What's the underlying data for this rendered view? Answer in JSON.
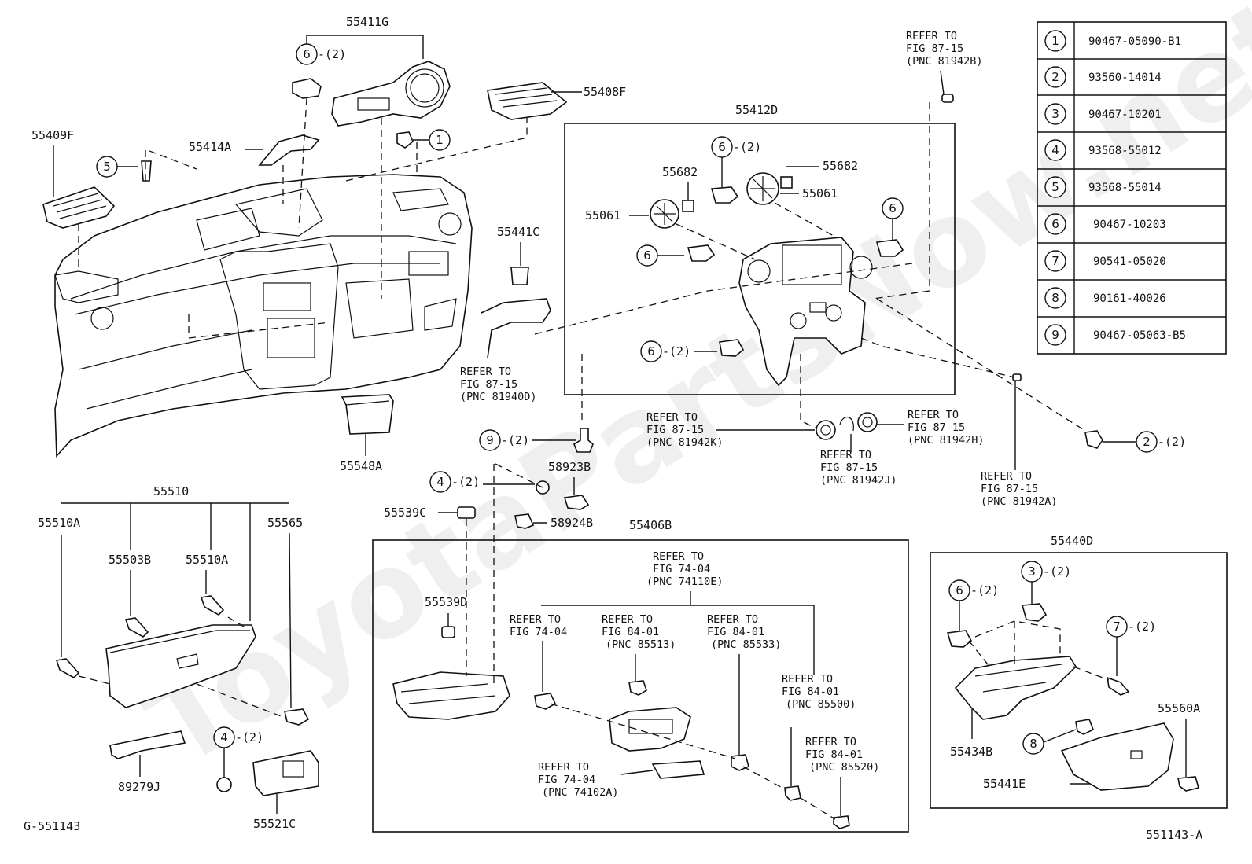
{
  "drawing_id": "G-551143",
  "drawing_id_alt": "551143-A",
  "watermark": "ToyotaPartsNow.net",
  "legend": [
    {
      "n": "1",
      "part": "90467-05090-B1"
    },
    {
      "n": "2",
      "part": "93560-14014"
    },
    {
      "n": "3",
      "part": "90467-10201"
    },
    {
      "n": "4",
      "part": "93568-55012"
    },
    {
      "n": "5",
      "part": "93568-55014"
    },
    {
      "n": "6",
      "part": "90467-10203"
    },
    {
      "n": "7",
      "part": "90541-05020"
    },
    {
      "n": "8",
      "part": "90161-40026"
    },
    {
      "n": "9",
      "part": "90467-05063-B5"
    }
  ],
  "parts": {
    "p55411G": "55411G",
    "p55408F": "55408F",
    "p55409F": "55409F",
    "p55414A": "55414A",
    "p55412D": "55412D",
    "p55682a": "55682",
    "p55682b": "55682",
    "p55061a": "55061",
    "p55061b": "55061",
    "p55441C": "55441C",
    "p55548A": "55548A",
    "p58923B": "58923B",
    "p58924B": "58924B",
    "p55539C": "55539C",
    "p55539D": "55539D",
    "p55406B": "55406B",
    "p55510": "55510",
    "p55510A_1": "55510A",
    "p55510A_2": "55510A",
    "p55503B": "55503B",
    "p55565": "55565",
    "p89279J": "89279J",
    "p55521C": "55521C",
    "p55440D": "55440D",
    "p55434B": "55434B",
    "p55560A": "55560A",
    "p55441E": "55441E"
  },
  "qty": {
    "q2": "-(2)"
  },
  "refers": {
    "r81942B": [
      "REFER TO",
      "FIG 87-15",
      "(PNC 81942B)"
    ],
    "r81940D": [
      "REFER TO",
      "FIG 87-15",
      "(PNC 81940D)"
    ],
    "r81942K": [
      "REFER TO",
      "FIG 87-15",
      "(PNC 81942K)"
    ],
    "r81942H": [
      "REFER TO",
      "FIG 87-15",
      "(PNC 81942H)"
    ],
    "r81942J": [
      "REFER TO",
      "FIG 87-15",
      "(PNC 81942J)"
    ],
    "r81942A": [
      "REFER TO",
      "FIG 87-15",
      "(PNC 81942A)"
    ],
    "r74110E": [
      "REFER TO",
      "FIG 74-04",
      "(PNC 74110E)"
    ],
    "r7404": [
      "REFER TO",
      "FIG 74-04"
    ],
    "r85513": [
      "REFER TO",
      "FIG 84-01",
      "(PNC 85513)"
    ],
    "r85533": [
      "REFER TO",
      "FIG 84-01",
      "(PNC 85533)"
    ],
    "r85500": [
      "REFER TO",
      "FIG 84-01",
      "(PNC 85500)"
    ],
    "r85520": [
      "REFER TO",
      "FIG 84-01",
      "(PNC 85520)"
    ],
    "r74102A": [
      "REFER TO",
      "FIG 74-04",
      "(PNC 74102A)"
    ]
  }
}
